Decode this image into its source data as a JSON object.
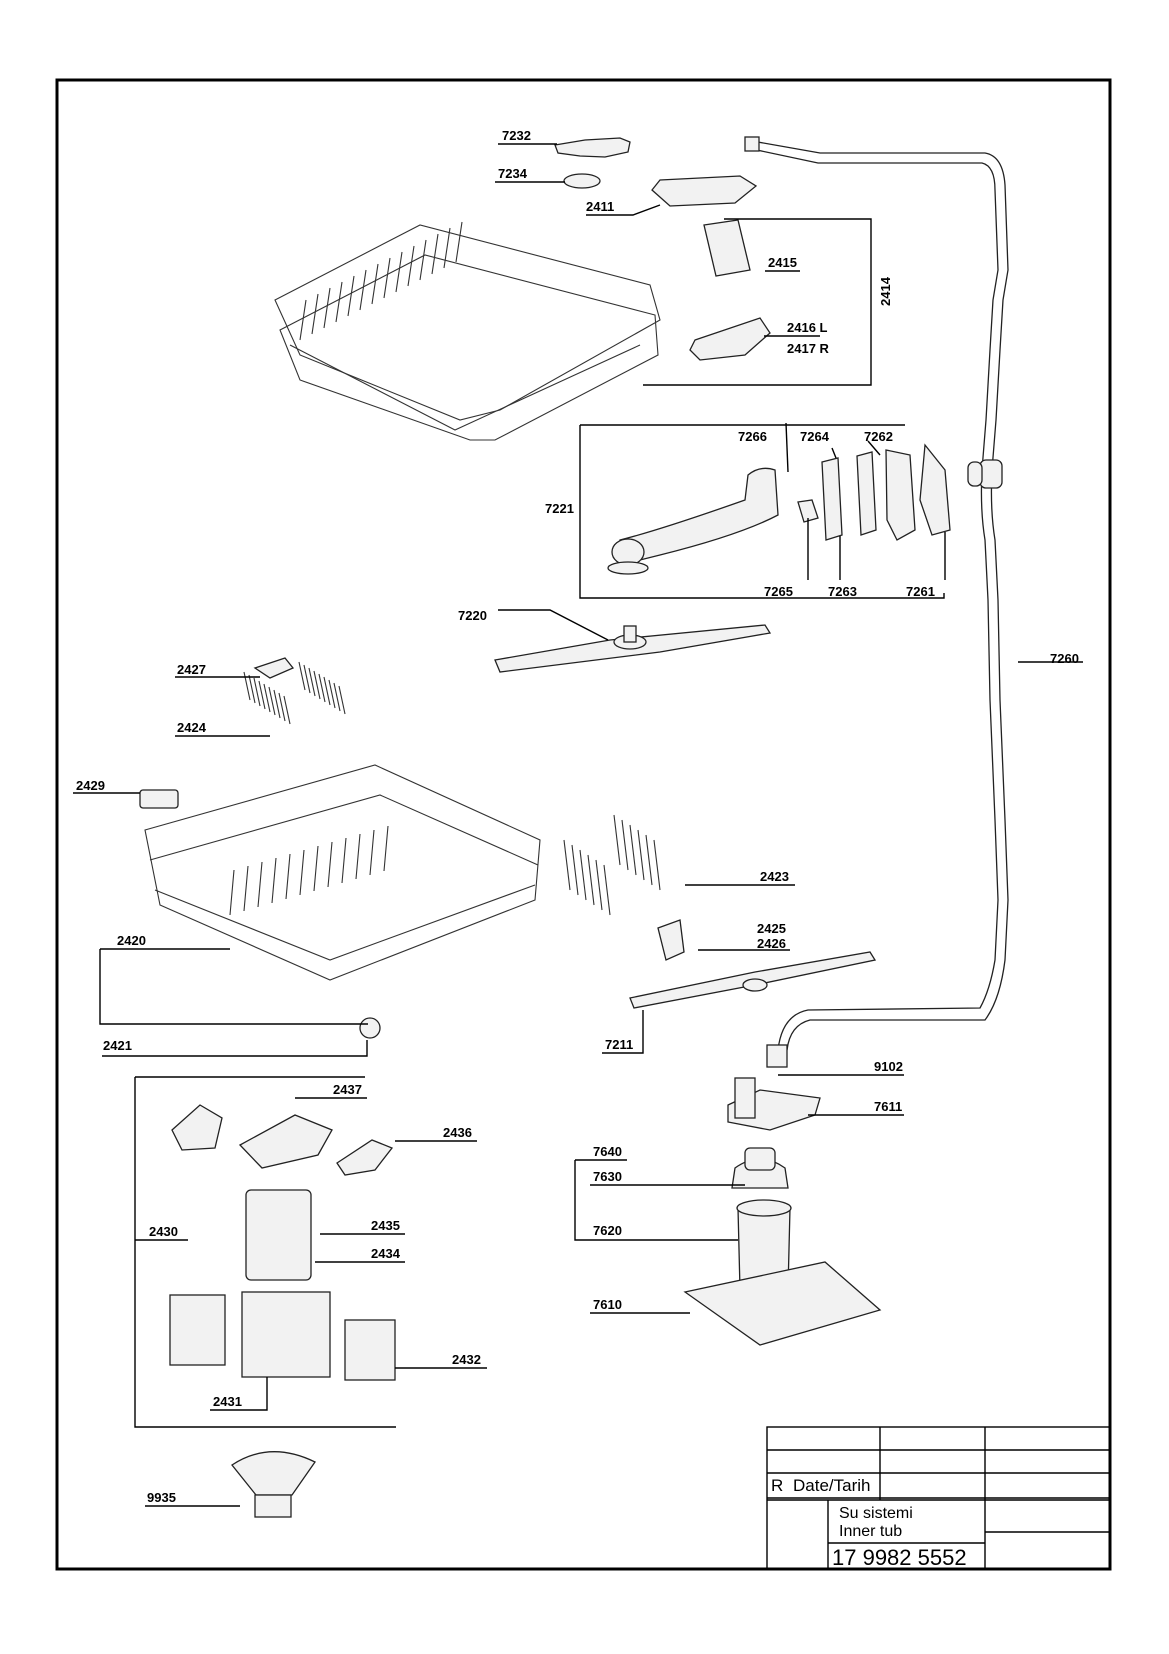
{
  "labels": {
    "p7232": "7232",
    "p7234": "7234",
    "p2411": "2411",
    "p2415": "2415",
    "p2414": "2414",
    "p2416": "2416 L",
    "p2417": "2417 R",
    "p7266": "7266",
    "p7264": "7264",
    "p7262": "7262",
    "p7221": "7221",
    "p7265": "7265",
    "p7263": "7263",
    "p7261": "7261",
    "p7220": "7220",
    "p7260": "7260",
    "p2427": "2427",
    "p2424": "2424",
    "p2429": "2429",
    "p2423": "2423",
    "p2425": "2425",
    "p2426": "2426",
    "p2420": "2420",
    "p2421": "2421",
    "p7211": "7211",
    "p9102": "9102",
    "p7611": "7611",
    "p2437": "2437",
    "p2436": "2436",
    "p7640": "7640",
    "p7630": "7630",
    "p2430": "2430",
    "p2435": "2435",
    "p2434": "2434",
    "p7620": "7620",
    "p7610": "7610",
    "p2432": "2432",
    "p2431": "2431",
    "p9935": "9935"
  },
  "title_block": {
    "rev": "R",
    "date_label": "Date/Tarih",
    "name_tr": "Su sistemi",
    "name_en": "Inner tub",
    "drawing_number": "17 9982 5552"
  }
}
